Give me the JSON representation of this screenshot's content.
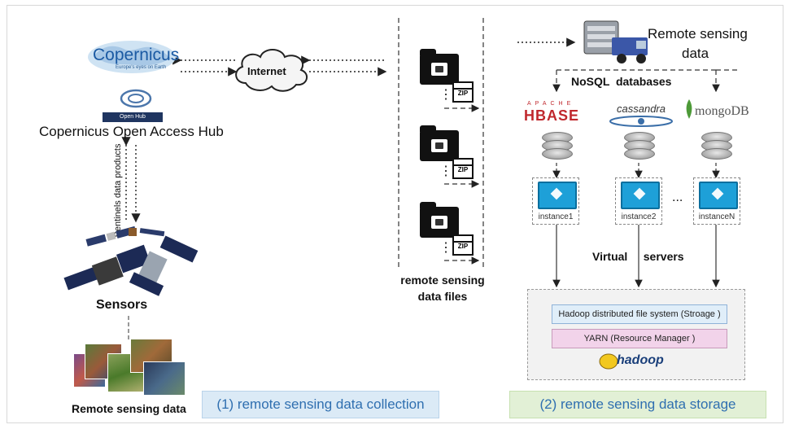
{
  "left": {
    "copernicus_logo": "Copernicus",
    "copernicus_tagline": "Europe's eyes on Earth",
    "open_hub_badge": "Open Hub",
    "hub_title": "Copernicus Open Access Hub",
    "internet": "Internet",
    "sentinels_label": "Sentinels data products",
    "sensors": "Sensors",
    "remote_sensing_data": "Remote sensing data"
  },
  "middle": {
    "files_label_line1": "remote sensing",
    "files_label_line2": "data files",
    "zip_label": "ZIP",
    "dots": "⋮"
  },
  "right": {
    "title_line1": "Remote sensing",
    "title_line2": "data",
    "nosql": "NoSQL  databases",
    "hbase_top": "APACHE",
    "hbase": "HBASE",
    "cassandra": "cassandra",
    "mongodb": "mongoDB",
    "instances": [
      "instance1",
      "instance2",
      "instanceN"
    ],
    "ellipsis": "...",
    "virtual_servers": "Virtual     servers",
    "hdfs": "Hadoop distributed file system (Stroage )",
    "yarn": "YARN (Resource Manager )",
    "hadoop": "hadoop"
  },
  "captions": {
    "collection": "(1) remote sensing data collection",
    "storage": "(2) remote sensing data storage"
  },
  "colors": {
    "caption_blue_bg": "#dbeaf6",
    "caption_green_bg": "#e2f0d6",
    "caption_text": "#2f6fb0",
    "instance_blue": "#1ea0d8",
    "hbase_red": "#c0282d",
    "mongo_green": "#4d9a38"
  }
}
